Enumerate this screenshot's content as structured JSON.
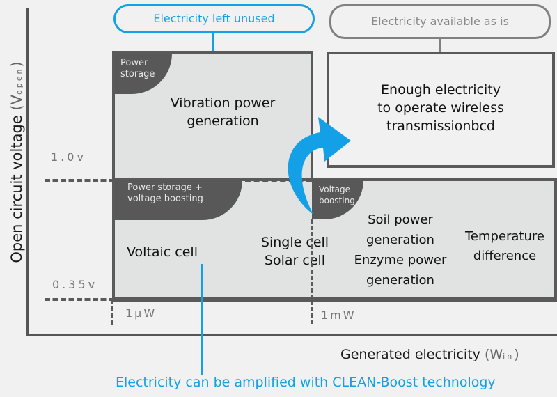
{
  "y_axis": {
    "label": "Open circuit voltage",
    "unit_open": "(",
    "unit_symbol": "V",
    "unit_sub": "open",
    "unit_close": ")",
    "ticks": [
      "1.0v",
      "0.35v"
    ]
  },
  "x_axis": {
    "label": "Generated electricity",
    "unit_open": "(",
    "unit_symbol": "W",
    "unit_sub": "in",
    "unit_close": ")",
    "ticks": [
      "1µW",
      "1mW"
    ]
  },
  "headers": {
    "unused": "Electricity left unused",
    "available": "Electricity available as is"
  },
  "regions": {
    "top_left": {
      "corner": "Power storage",
      "text_line1": "Vibration power",
      "text_line2": "generation"
    },
    "top_right": {
      "line1": "Enough electricity",
      "line2": "to operate wireless",
      "line3": "transmissionbcd"
    },
    "bottom_left": {
      "corner_line1": "Power storage +",
      "corner_line2": "voltage boosting",
      "text": "Voltaic cell"
    },
    "bottom_middle": {
      "line1": "Single cell",
      "line2": "Solar cell"
    },
    "bottom_right": {
      "corner_line1": "Voltage",
      "corner_line2": "boosting",
      "soil_line1": "Soil power",
      "soil_line2": "generation",
      "enzyme_line1": "Enzyme power",
      "enzyme_line2": "generation",
      "temp_line1": "Temperature",
      "temp_line2": "difference"
    }
  },
  "caption": "Electricity can be amplified with CLEAN-Boost technology",
  "colors": {
    "accent_blue": "#14a0e6",
    "dark_gray": "#585858",
    "region_fill": "#e1e2e2",
    "background": "#f1f1f1"
  }
}
